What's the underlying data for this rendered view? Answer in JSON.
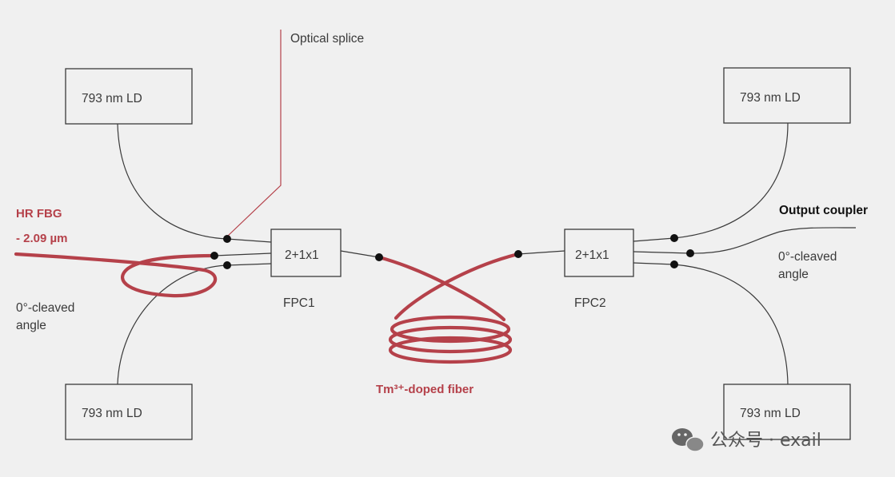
{
  "labels": {
    "optical_splice": "Optical splice",
    "ld_top_left": "793 nm LD",
    "ld_top_right": "793 nm LD",
    "ld_bottom_left": "793 nm LD",
    "ld_bottom_right": "793 nm LD",
    "hr_fbg_line1": "HR FBG",
    "hr_fbg_line2": "- 2.09 µm",
    "cleaved_left_line1": "0°-cleaved",
    "cleaved_left_line2": "angle",
    "cleaved_right_line1": "0°-cleaved",
    "cleaved_right_line2": "angle",
    "combiner_left": "2+1x1",
    "combiner_right": "2+1x1",
    "fpc1": "FPC1",
    "fpc2": "FPC2",
    "doped_fiber": "Tm³⁺-doped fiber",
    "output_coupler": "Output coupler",
    "watermark": "公众号 · exail"
  },
  "colors": {
    "fiber_red": "#b5414a",
    "line": "#3a3a3a",
    "background": "#f0f0f0"
  },
  "icons": [
    "wechat-icon"
  ]
}
